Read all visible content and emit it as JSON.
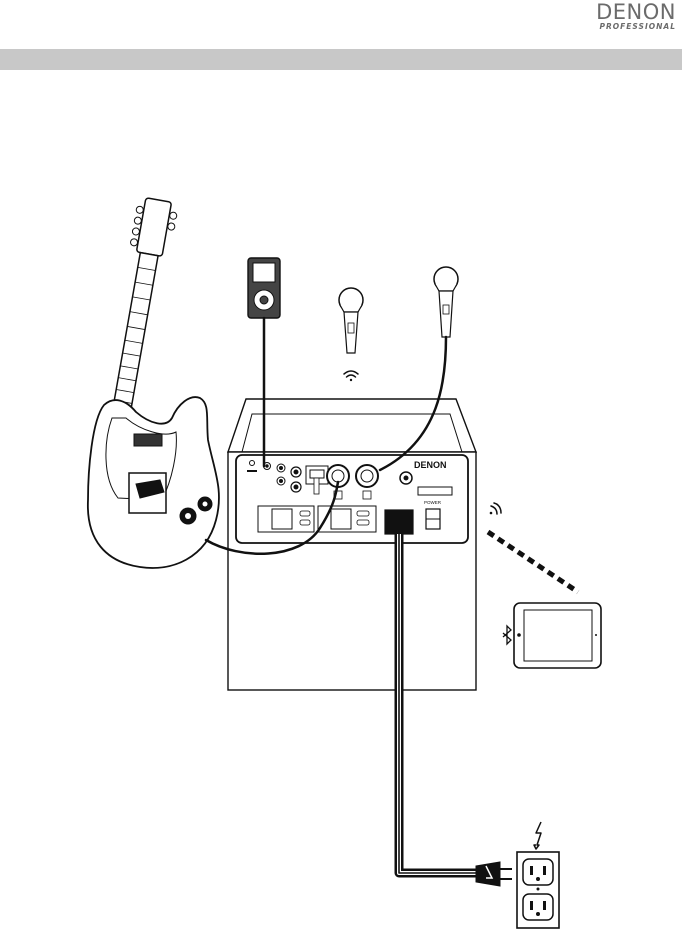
{
  "brand": {
    "name": "DENON",
    "tagline": "PROFESSIONAL"
  },
  "panel": {
    "logo": "DENON",
    "power_label": "POWER"
  },
  "icons": {
    "wireless_mic": "wifi-signal-icon",
    "wireless_tablet": "wifi-signal-icon",
    "bluetooth": "bluetooth-icon",
    "power": "lightning-icon"
  },
  "colors": {
    "header_bar": "#c8c8c8",
    "logo": "#6b6b6b",
    "line": "#111111"
  }
}
